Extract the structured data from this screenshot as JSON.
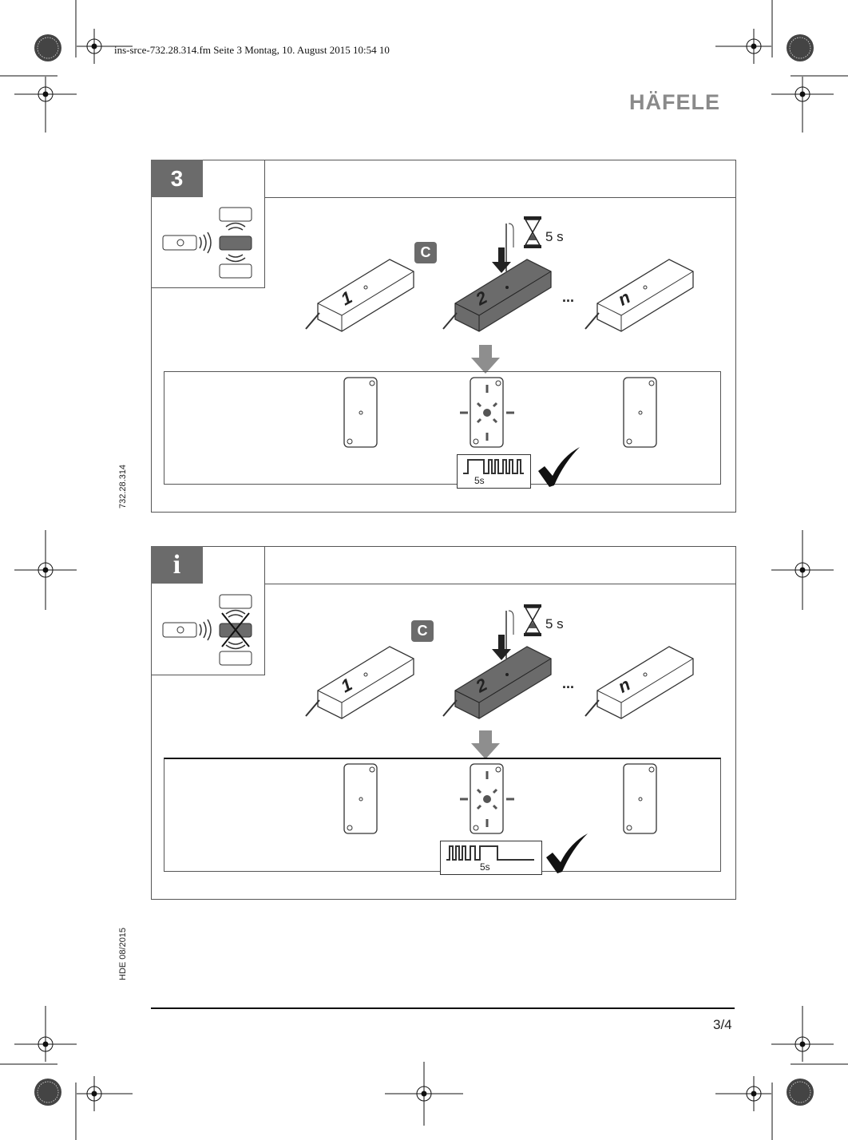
{
  "header": {
    "file_info": "ins-srce-732.28.314.fm  Seite 3  Montag, 10. August 2015  10:54 10"
  },
  "brand": {
    "logo_text": "HÄFELE"
  },
  "margin": {
    "article_number": "732.28.314",
    "edition": "HDE 08/2015"
  },
  "steps": [
    {
      "badge": "3",
      "device_labels": [
        "1",
        "2",
        "n"
      ],
      "button_label": "C",
      "timer": "5 s",
      "signal_duration": "5s",
      "selection": "selected"
    },
    {
      "badge": "i",
      "device_labels": [
        "1",
        "2",
        "n"
      ],
      "button_label": "C",
      "timer": "5 s",
      "signal_duration": "5s",
      "selection": "deselected"
    }
  ],
  "footer": {
    "page": "3/4"
  },
  "colors": {
    "device_dark": "#6b6b6b",
    "arrow": "#8e8e8e",
    "badge": "#6b6b6b"
  }
}
